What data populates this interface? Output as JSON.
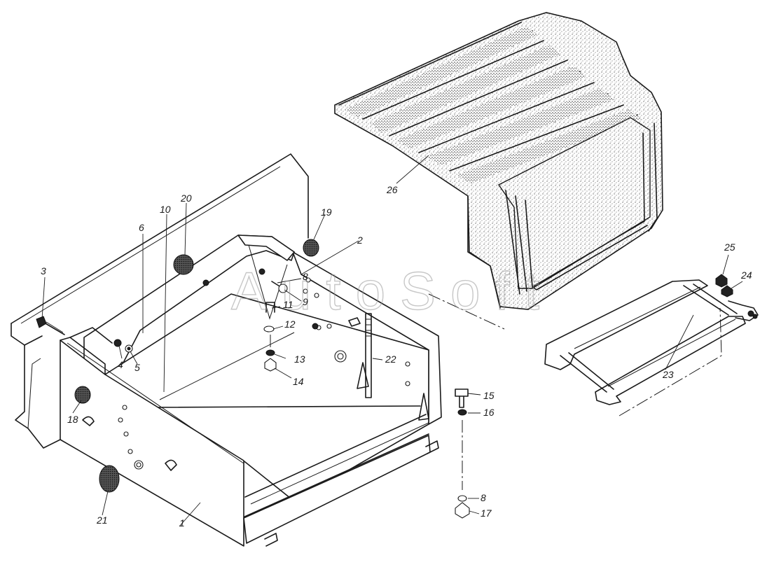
{
  "watermark": "AutoSoft",
  "colors": {
    "ink": "#1a1a1a",
    "paper": "#ffffff",
    "watermark": "#9a9a9a"
  },
  "callouts": [
    {
      "id": "1",
      "label": "1"
    },
    {
      "id": "2",
      "label": "2"
    },
    {
      "id": "3",
      "label": "3"
    },
    {
      "id": "4",
      "label": "4"
    },
    {
      "id": "5",
      "label": "5"
    },
    {
      "id": "6",
      "label": "6"
    },
    {
      "id": "8a",
      "label": "8"
    },
    {
      "id": "8b",
      "label": "8"
    },
    {
      "id": "9",
      "label": "9"
    },
    {
      "id": "10",
      "label": "10"
    },
    {
      "id": "11",
      "label": "11"
    },
    {
      "id": "12",
      "label": "12"
    },
    {
      "id": "13",
      "label": "13"
    },
    {
      "id": "14",
      "label": "14"
    },
    {
      "id": "15",
      "label": "15"
    },
    {
      "id": "16",
      "label": "16"
    },
    {
      "id": "17",
      "label": "17"
    },
    {
      "id": "18",
      "label": "18"
    },
    {
      "id": "19",
      "label": "19"
    },
    {
      "id": "20",
      "label": "20"
    },
    {
      "id": "21",
      "label": "21"
    },
    {
      "id": "22",
      "label": "22"
    },
    {
      "id": "23",
      "label": "23"
    },
    {
      "id": "24",
      "label": "24"
    },
    {
      "id": "25",
      "label": "25"
    },
    {
      "id": "26",
      "label": "26"
    }
  ]
}
